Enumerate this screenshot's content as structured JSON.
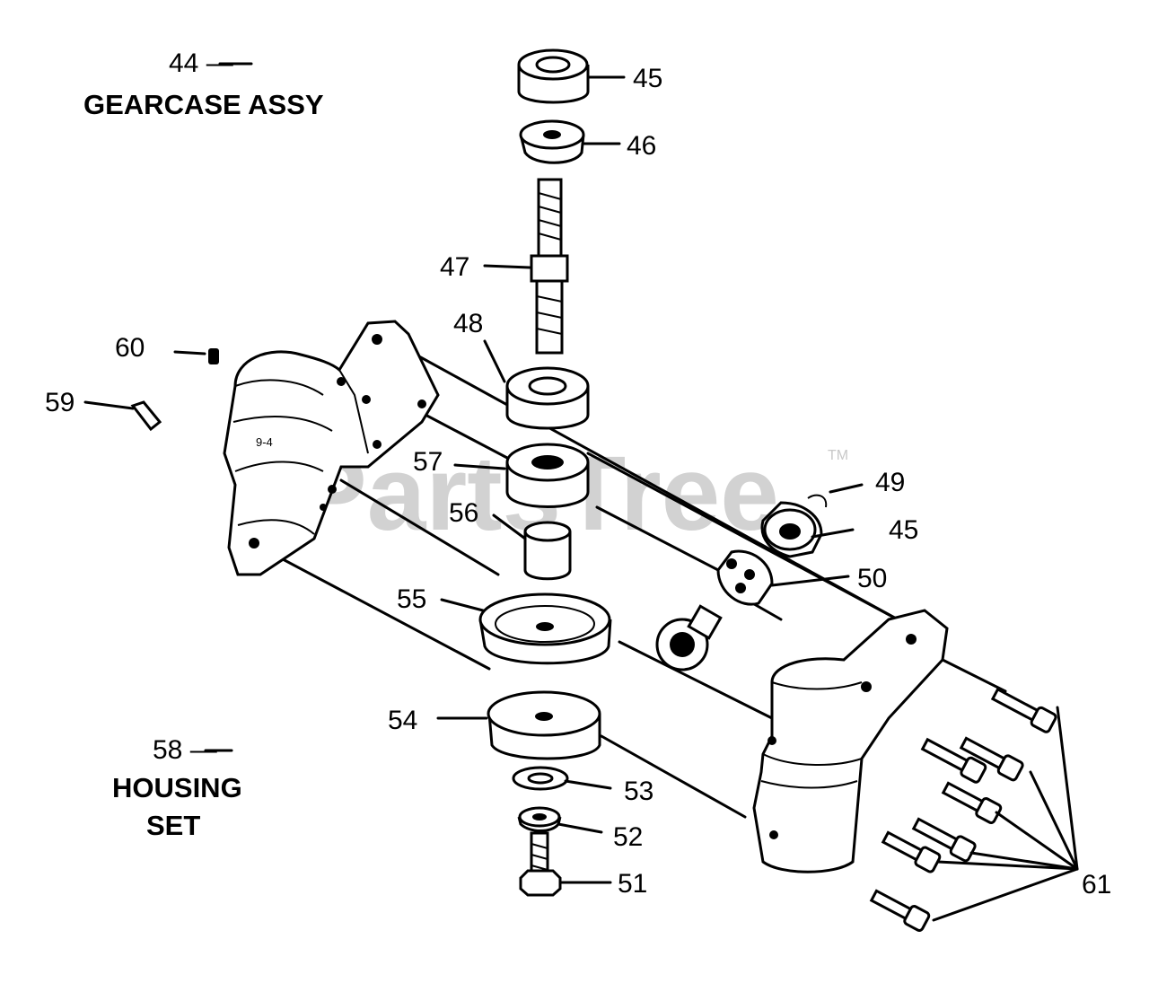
{
  "diagram": {
    "watermark": "PartsTree",
    "trademark": "TM",
    "assemblies": {
      "gearcase": {
        "number": "44 —",
        "name": "GEARCASE ASSY"
      },
      "housing": {
        "number": "58 —",
        "name_line1": "HOUSING",
        "name_line2": "SET"
      }
    },
    "callouts": {
      "p45a": "45",
      "p46": "46",
      "p47": "47",
      "p48": "48",
      "p60": "60",
      "p59": "59",
      "p57": "57",
      "p49": "49",
      "p45b": "45",
      "p56": "56",
      "p50": "50",
      "p55": "55",
      "p54": "54",
      "p53": "53",
      "p52": "52",
      "p51": "51",
      "p61": "61"
    }
  }
}
